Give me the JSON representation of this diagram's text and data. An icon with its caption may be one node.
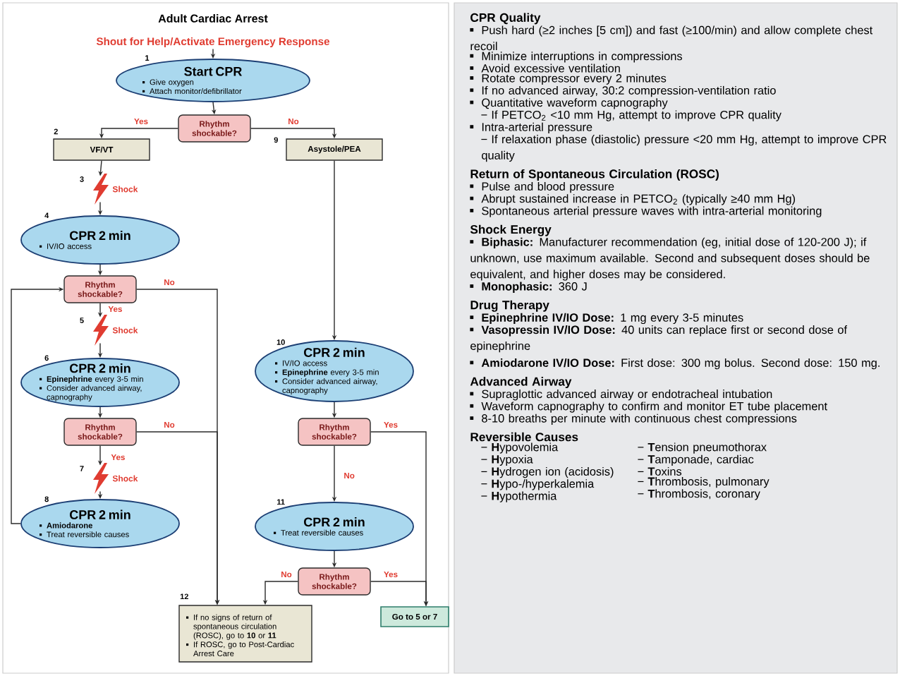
{
  "diagram": {
    "title": "Adult Cardiac Arrest",
    "nodes": [
      {
        "text": [
          "Shout for Help/Activate Emergency Response"
        ]
      },
      {
        "text": [
          "Start CPR",
          "Give oxygen",
          "Attach monitor/defibrillator"
        ],
        "beside": [
          "1"
        ]
      },
      {
        "text": [
          "Rhythm shockable?"
        ]
      },
      {
        "text": [
          "VF/VT"
        ],
        "beside": [
          "2"
        ]
      },
      {
        "text": [
          "Asystole/PEA"
        ],
        "beside": [
          "9"
        ]
      },
      {
        "text": [],
        "shape": "lightning",
        "beside": [
          "3",
          "Shock"
        ]
      },
      {
        "text": [
          "CPR 2 min",
          "IV/IO access"
        ],
        "beside": [
          "4"
        ]
      },
      {
        "text": [
          "Rhythm shockable?"
        ]
      },
      {
        "text": [],
        "shape": "lightning",
        "beside": [
          "5",
          "Shock"
        ]
      },
      {
        "text": [
          "CPR 2 min",
          "**Epinephrine** every 3-5 min",
          "Consider advanced airway, capnography"
        ],
        "beside": [
          "6"
        ]
      },
      {
        "text": [
          "Rhythm shockable?"
        ]
      },
      {
        "text": [],
        "shape": "lightning",
        "beside": [
          "7",
          "Shock"
        ]
      },
      {
        "text": [
          "CPR 2 min",
          "**Amiodarone**",
          "Treat reversible causes"
        ],
        "beside": [
          "8"
        ]
      },
      {
        "text": [
          "CPR 2 min",
          "IV/IO access",
          "**Epinephrine** every 3-5 min",
          "Consider advanced airway, capnography"
        ],
        "beside": [
          "10"
        ]
      },
      {
        "text": [
          "Rhythm shockable?"
        ]
      },
      {
        "text": [
          "CPR 2 min",
          "Treat reversible causes"
        ],
        "beside": [
          "11"
        ]
      },
      {
        "text": [
          "Rhythm shockable?"
        ]
      },
      {
        "text": [
          "If no signs of return of spontaneous circulation (ROSC), go to **10** or **11**",
          "If ROSC, go to Post-Cardiac Arrest Care"
        ],
        "beside": [
          "12"
        ]
      },
      {
        "text": [
          "Go to 5 or 7"
        ]
      }
    ],
    "edges": [
      {
        "from": 0,
        "to": 1,
        "arrow": "to"
      },
      {
        "from": 1,
        "to": 2,
        "arrow": "to"
      },
      {
        "from": 2,
        "to": 3,
        "arrow": "to",
        "label": "Yes"
      },
      {
        "from": 2,
        "to": 4,
        "arrow": "to",
        "label": "No"
      },
      {
        "from": 3,
        "to": 5,
        "arrow": "to"
      },
      {
        "from": 5,
        "to": 6,
        "arrow": "to"
      },
      {
        "from": 6,
        "to": 7,
        "arrow": "to"
      },
      {
        "from": 7,
        "to": 8,
        "arrow": "to",
        "label": "Yes"
      },
      {
        "from": 7,
        "to": 17,
        "arrow": "to",
        "label": "No"
      },
      {
        "from": 8,
        "to": 9,
        "arrow": "to"
      },
      {
        "from": 9,
        "to": 10,
        "arrow": "to"
      },
      {
        "from": 10,
        "to": 11,
        "arrow": "to",
        "label": "Yes"
      },
      {
        "from": 11,
        "to": 12,
        "arrow": "to"
      },
      {
        "from": 12,
        "to": 7,
        "arrow": "to"
      },
      {
        "from": 10,
        "to": 17,
        "arrow": "to",
        "label": "No"
      },
      {
        "from": 4,
        "to": 13,
        "arrow": "to"
      },
      {
        "from": 13,
        "to": 14,
        "arrow": "to"
      },
      {
        "from": 14,
        "to": 15,
        "arrow": "to",
        "label": "No"
      },
      {
        "from": 14,
        "to": 18,
        "arrow": "to",
        "label": "Yes"
      },
      {
        "from": 15,
        "to": 16,
        "arrow": "to"
      },
      {
        "from": 16,
        "to": 17,
        "arrow": "to",
        "label": "No"
      },
      {
        "from": 16,
        "to": 18,
        "arrow": "to",
        "label": "Yes"
      }
    ],
    "labels": [
      "CPR Quality",
      "Push hard (≥2 inches [5 cm]) and fast (≥100/min) and allow complete chest recoil",
      "Minimize interruptions in compressions",
      "Avoid excessive ventilation",
      "Rotate compressor every 2 minutes",
      "If no advanced airway, 30:2 compression-ventilation ratio",
      "Quantitative waveform capnography",
      "If PETCO$_{2}$ <10 mm Hg, attempt to improve CPR quality",
      "Intra-arterial pressure",
      "If relaxation phase (diastolic) pressure <20 mm Hg, attempt to improve CPR quality",
      "Return of Spontaneous Circulation (ROSC)",
      "Pulse and blood pressure",
      "Abrupt sustained increase in PETCO$_{2}$ (typically ≥40 mm Hg)",
      "Spontaneous arterial pressure waves with intra-arterial monitoring",
      "Shock Energy",
      "**Biphasic:** Manufacturer recommendation (eg, initial dose of 120-200 J); if unknown, use maximum available. Second and subsequent doses should be equivalent, and higher doses may be considered.",
      "**Monophasic:** 360 J",
      "Drug Therapy",
      "**Epinephrine IV/IO Dose:** 1 mg every 3-5 minutes",
      "**Vasopressin IV/IO Dose:** 40 units can replace first or second dose of epinephrine",
      "**Amiodarone IV/IO Dose:** First dose: 300 mg bolus. Second dose: 150 mg.",
      "Advanced Airway",
      "Supraglottic advanced airway or endotracheal intubation",
      "Waveform capnography to confirm and monitor ET tube placement",
      "8-10 breaths per minute with continuous chest compressions",
      "Reversible Causes",
      "**H**ypovolemia",
      "**H**ypoxia",
      "**H**ydrogen ion (acidosis)",
      "**H**ypo-/hyperkalemia",
      "**H**ypothermia",
      "**T**ension pneumothorax",
      "**T**amponade, cardiac",
      "**T**oxins",
      "**T**hrombosis, pulmonary",
      "**T**hrombosis, coronary"
    ]
  }
}
